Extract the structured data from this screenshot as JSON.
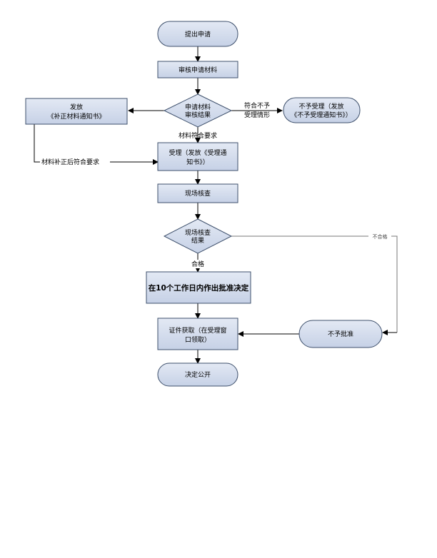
{
  "nodes": {
    "start": "提出申请",
    "review": "审核申请材料",
    "decision1": [
      "申请材料",
      "审核结果"
    ],
    "supplement": [
      "发放",
      "《补正材料通知书》"
    ],
    "reject_notice": [
      "不予受理（发放",
      "《不予受理通知书》）"
    ],
    "accept": [
      "受理（发放《受理通",
      "知书》）"
    ],
    "inspect": "现场核查",
    "decision2": [
      "现场核查",
      "结果"
    ],
    "approve": "在10个工作日内作出批准决定",
    "deny": "不予批准",
    "certificate": [
      "证件获取（在受理窗",
      "口领取）"
    ],
    "publish": "决定公开"
  },
  "edge_labels": {
    "not_meet": [
      "符合不予",
      "受理情形"
    ],
    "meet": "材料符合要求",
    "supplemented": "材料补正后符合要求",
    "qualified": "合格",
    "unqualified": "不合格"
  }
}
